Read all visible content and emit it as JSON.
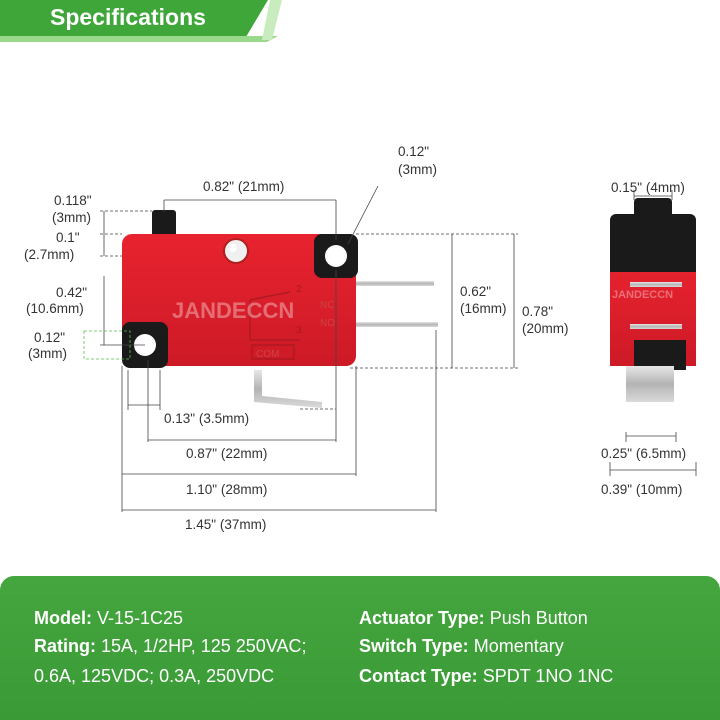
{
  "header": {
    "title": "Specifications"
  },
  "watermark": "JANDECCN",
  "front_view": {
    "actuator_height": "0.118\"",
    "actuator_height_mm": "(3mm)",
    "actuator_offset": "0.1\"",
    "actuator_offset_mm": "(2.7mm)",
    "hole_pitch_top": "0.82\" (21mm)",
    "hole_diameter_top": "0.12\"",
    "hole_diameter_top_mm": "(3mm)",
    "hole_vertical_spacing": "0.42\"",
    "hole_vertical_spacing_mm": "(10.6mm)",
    "hole_diameter_left": "0.12\"",
    "hole_diameter_left_mm": "(3mm)",
    "hole_edge_offset": "0.13\" (3.5mm)",
    "hole_to_hole": "0.87\" (22mm)",
    "body_length": "1.10\" (28mm)",
    "overall_length": "1.45\" (37mm)",
    "body_height": "0.62\"",
    "body_height_mm": "(16mm)",
    "overall_height": "0.78\"",
    "overall_height_mm": "(20mm)",
    "terminal_2": "2",
    "terminal_3": "3",
    "label_nc": "NC",
    "label_no": "NO",
    "label_com": "COM"
  },
  "side_view": {
    "actuator_width": "0.15\" (4mm)",
    "terminal_width": "0.25\" (6.5mm)",
    "body_width": "0.39\" (10mm)"
  },
  "specs": {
    "model_label": "Model:",
    "model_value": "V-15-1C25",
    "rating_label": "Rating:",
    "rating_value": "15A, 1/2HP, 125 250VAC;",
    "rating_value2": "0.6A, 125VDC; 0.3A, 250VDC",
    "actuator_label": "Actuator Type:",
    "actuator_value": "Push Button",
    "switch_label": "Switch Type:",
    "switch_value": "Momentary",
    "contact_label": "Contact Type:",
    "contact_value": "SPDT 1NO 1NC"
  },
  "colors": {
    "header_green": "#3fa63a",
    "footer_green": "#45a63f",
    "switch_red": "#e0202e",
    "switch_black": "#1a1a1a",
    "terminal_silver": "#c8c8c8"
  }
}
